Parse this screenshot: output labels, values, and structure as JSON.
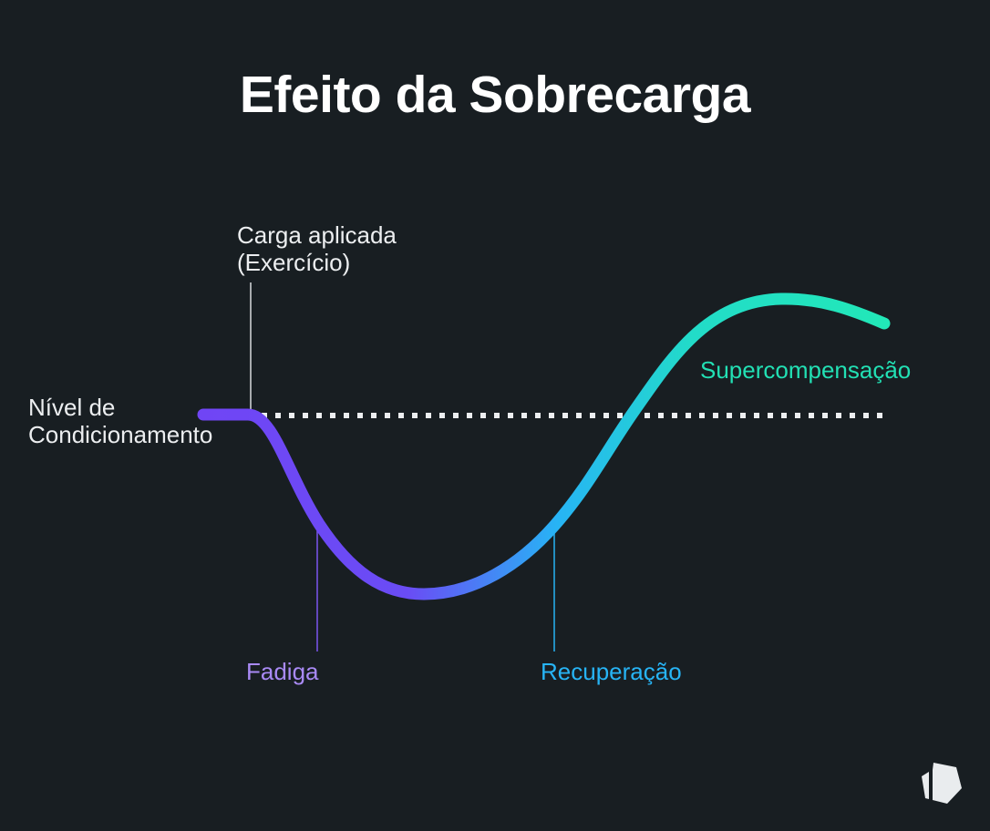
{
  "title": "Efeito da Sobrecarga",
  "labels": {
    "load_line1": "Carga aplicada",
    "load_line2": "(Exercício)",
    "level_line1": "Nível de",
    "level_line2": "Condicionamento",
    "fatigue": "Fadiga",
    "recovery": "Recuperação",
    "supercompensation": "Supercompensação"
  },
  "colors": {
    "background": "#181e22",
    "text": "#eceef0",
    "fatigue": "#a98af5",
    "recovery": "#27b4f5",
    "supercompensation": "#22e0b4",
    "curve_start": "#7045f5",
    "curve_mid": "#27b4f5",
    "curve_end": "#22e8b8",
    "baseline": "#eceef0"
  },
  "chart_data": {
    "type": "line",
    "title": "Efeito da Sobrecarga",
    "series": [
      {
        "name": "Nível de Condicionamento",
        "points": [
          [
            223,
            455
          ],
          [
            278,
            455
          ],
          [
            350,
            575
          ],
          [
            465,
            652
          ],
          [
            608,
            577
          ],
          [
            690,
            455
          ],
          [
            770,
            360
          ],
          [
            857,
            328
          ],
          [
            970,
            355
          ]
        ]
      }
    ],
    "baseline": {
      "name": "Nível de Condicionamento",
      "y": 456,
      "x_range": [
        287,
        970
      ],
      "style": "dotted"
    },
    "annotations": [
      {
        "text": "Carga aplicada (Exercício)",
        "x": 275
      },
      {
        "text": "Fadiga",
        "x": 348
      },
      {
        "text": "Recuperação",
        "x": 608
      },
      {
        "text": "Supercompensação",
        "x": 857
      }
    ],
    "xlabel": "",
    "ylabel": "",
    "grid": false
  }
}
